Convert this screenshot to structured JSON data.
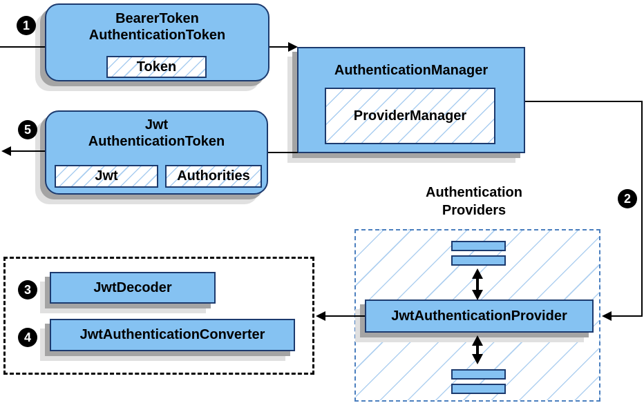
{
  "diagram": {
    "badges": {
      "step1": "1",
      "step2": "2",
      "step3": "3",
      "step4": "4",
      "step5": "5"
    },
    "bearer_box": {
      "title_line1": "BearerToken",
      "title_line2": "AuthenticationToken",
      "inner_token": "Token"
    },
    "manager_box": {
      "title": "AuthenticationManager",
      "inner": "ProviderManager"
    },
    "jwt_box": {
      "title_line1": "Jwt",
      "title_line2": "AuthenticationToken",
      "inner_jwt": "Jwt",
      "inner_authorities": "Authorities"
    },
    "providers": {
      "label_line1": "Authentication",
      "label_line2": "Providers",
      "provider_label": "JwtAuthenticationProvider"
    },
    "converter_group": {
      "decoder_label": "JwtDecoder",
      "converter_label": "JwtAuthenticationConverter"
    },
    "colors": {
      "node_fill": "#85C2F2",
      "node_border": "#1C3A6E",
      "hatch_line": "#A9CDF0",
      "providers_dash_border": "#4A7EBE",
      "shadow_dark": "#A4A4A4",
      "shadow_light": "#E0E0E0",
      "wire": "#000000"
    }
  }
}
